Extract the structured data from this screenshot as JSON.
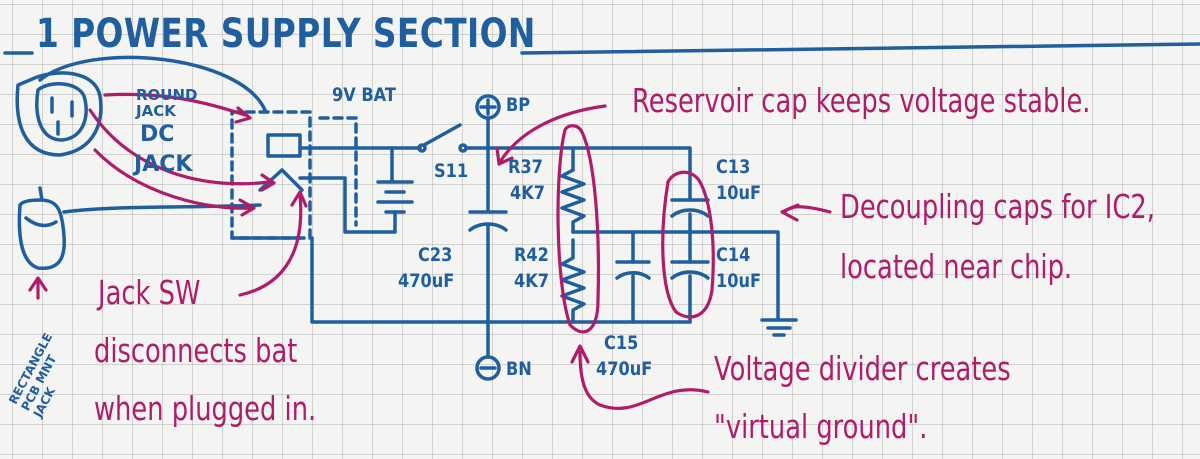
{
  "section": {
    "number": "1",
    "title": "POWER SUPPLY SECTION"
  },
  "components": {
    "round_jack": [
      "ROUND",
      "JACK"
    ],
    "dc_jack": [
      "DC",
      "JACK"
    ],
    "battery": "9V BAT",
    "switch": "S11",
    "bp": "BP",
    "bn": "BN",
    "r37": [
      "R37",
      "4K7"
    ],
    "r42": [
      "R42",
      "4K7"
    ],
    "c23": [
      "C23",
      "470uF"
    ],
    "c13": [
      "C13",
      "10uF"
    ],
    "c14": [
      "C14",
      "10uF"
    ],
    "c15": [
      "C15",
      "470uF"
    ],
    "rect_jack": [
      "RECTANGLE",
      "PCB MNT",
      "JACK"
    ]
  },
  "annotations": {
    "reservoir": "Reservoir cap keeps voltage stable.",
    "decoupling": [
      "Decoupling caps for IC2,",
      "located near chip."
    ],
    "jack_sw": [
      "Jack SW",
      "disconnects bat",
      "when plugged in."
    ],
    "divider": [
      "Voltage divider creates",
      "\"virtual ground\"."
    ]
  },
  "colors": {
    "ink_blue": "#1f5fa0",
    "ink_pink": "#b01c6a",
    "grid": "#f4f4f2"
  }
}
